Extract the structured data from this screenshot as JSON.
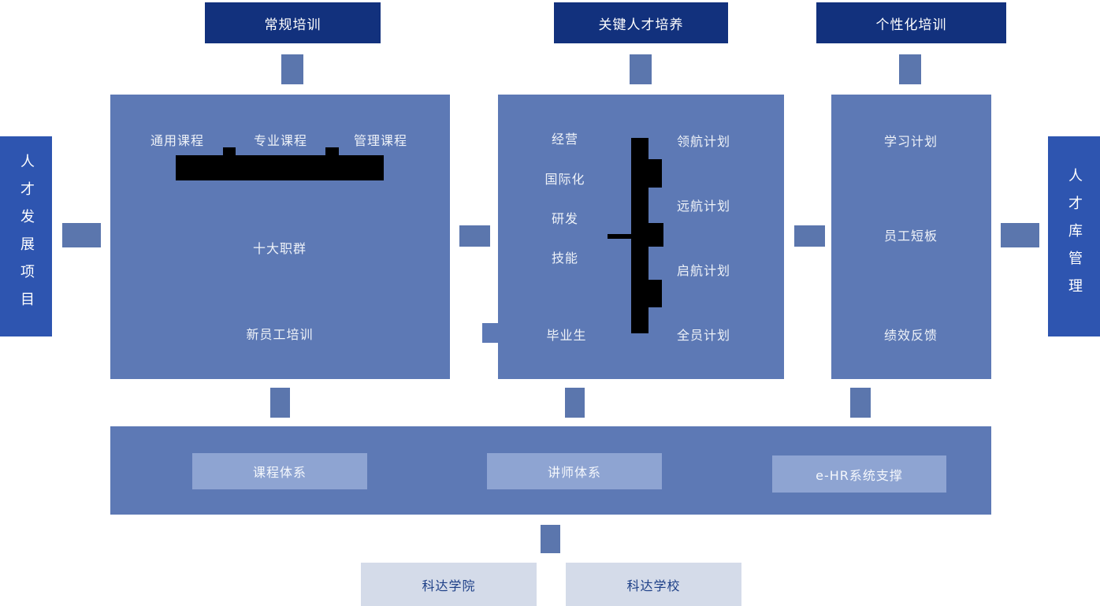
{
  "headers": [
    {
      "label": "常规培训"
    },
    {
      "label": "关键人才培养"
    },
    {
      "label": "个性化培训"
    }
  ],
  "side_left": {
    "label": "人才发展项目"
  },
  "side_right": {
    "label": "人才库管理"
  },
  "panel_regular": {
    "course_types": [
      "通用课程",
      "专业课程",
      "管理课程"
    ],
    "items": [
      "十大职群",
      "新员工培训"
    ]
  },
  "panel_key_talent": {
    "left_items": [
      "经营",
      "国际化",
      "研发",
      "技能",
      "毕业生"
    ],
    "right_items": [
      "领航计划",
      "远航计划",
      "启航计划",
      "全员计划"
    ]
  },
  "panel_personalized": {
    "items": [
      "学习计划",
      "员工短板",
      "绩效反馈"
    ]
  },
  "foundation": {
    "items": [
      "课程体系",
      "讲师体系",
      "e-HR系统支撑"
    ]
  },
  "schools": [
    "科达学院",
    "科达学校"
  ],
  "colors": {
    "header_navy": "#12317d",
    "side_blue": "#2e55b0",
    "panel_blue": "#5d79b5",
    "connector_blue": "#5b76ad",
    "inner_light_blue": "#8ea4d2",
    "school_bg": "#d4dbe9",
    "school_text": "#1d3f87",
    "redaction_black": "#000000",
    "text_white": "#ffffff"
  }
}
